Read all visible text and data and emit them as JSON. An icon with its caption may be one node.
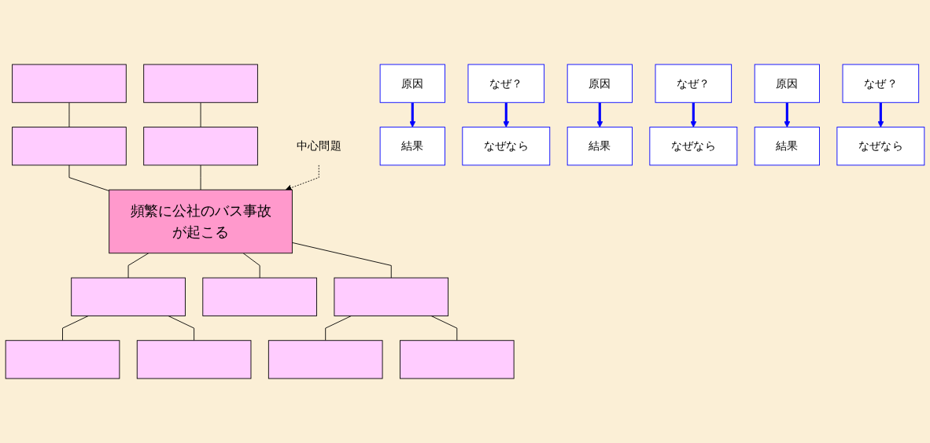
{
  "diagram": {
    "nodes": [
      {
        "text": [],
        "shape": "box"
      },
      {
        "text": [],
        "shape": "box"
      },
      {
        "text": [],
        "shape": "box"
      },
      {
        "text": [],
        "shape": "box"
      },
      {
        "text": [
          "中心問題"
        ]
      },
      {
        "text": [
          "頻繁に公社のバス事故が起こる"
        ]
      },
      {
        "text": [],
        "shape": "box"
      },
      {
        "text": [],
        "shape": "box"
      },
      {
        "text": [],
        "shape": "box"
      },
      {
        "text": [],
        "shape": "box"
      },
      {
        "text": [],
        "shape": "box"
      },
      {
        "text": [],
        "shape": "box"
      },
      {
        "text": [],
        "shape": "box"
      },
      {
        "text": [
          "結果"
        ]
      },
      {
        "text": [
          "なぜ？"
        ]
      },
      {
        "text": [
          "原因"
        ]
      },
      {
        "text": [
          "なぜなら"
        ]
      },
      {
        "text": [
          "結果"
        ]
      },
      {
        "text": [
          "なぜ？"
        ]
      },
      {
        "text": [
          "原因"
        ]
      },
      {
        "text": [
          "なぜなら"
        ]
      },
      {
        "text": [
          "結果"
        ]
      },
      {
        "text": [
          "なぜ？"
        ]
      },
      {
        "text": [
          "原因"
        ]
      },
      {
        "text": [
          "なぜなら"
        ]
      }
    ],
    "edges": [
      {
        "from": 0,
        "to": 2,
        "arrow": "none"
      },
      {
        "from": 1,
        "to": 3,
        "arrow": "none"
      },
      {
        "from": 2,
        "to": 5,
        "arrow": "none"
      },
      {
        "from": 3,
        "to": 5,
        "arrow": "none"
      },
      {
        "from": 4,
        "to": 5,
        "arrow": "to",
        "style": "dashed"
      },
      {
        "from": 5,
        "to": 6,
        "arrow": "none"
      },
      {
        "from": 5,
        "to": 7,
        "arrow": "none"
      },
      {
        "from": 5,
        "to": 8,
        "arrow": "none"
      },
      {
        "from": 6,
        "to": 9,
        "arrow": "none"
      },
      {
        "from": 6,
        "to": 10,
        "arrow": "none"
      },
      {
        "from": 8,
        "to": 11,
        "arrow": "none"
      },
      {
        "from": 8,
        "to": 12,
        "arrow": "none"
      },
      {
        "from": 15,
        "to": 13,
        "arrow": "to",
        "style": "thick",
        "color": "#0000ff"
      },
      {
        "from": 19,
        "to": 17,
        "arrow": "to",
        "style": "thick",
        "color": "#0000ff"
      },
      {
        "from": 23,
        "to": 21,
        "arrow": "to",
        "style": "thick",
        "color": "#0000ff"
      },
      {
        "from": 14,
        "to": 16,
        "arrow": "to",
        "style": "thick",
        "color": "#0000ff"
      },
      {
        "from": 18,
        "to": 20,
        "arrow": "to",
        "style": "thick",
        "color": "#0000ff"
      },
      {
        "from": 22,
        "to": 24,
        "arrow": "to",
        "style": "thick",
        "color": "#0000ff"
      }
    ]
  }
}
